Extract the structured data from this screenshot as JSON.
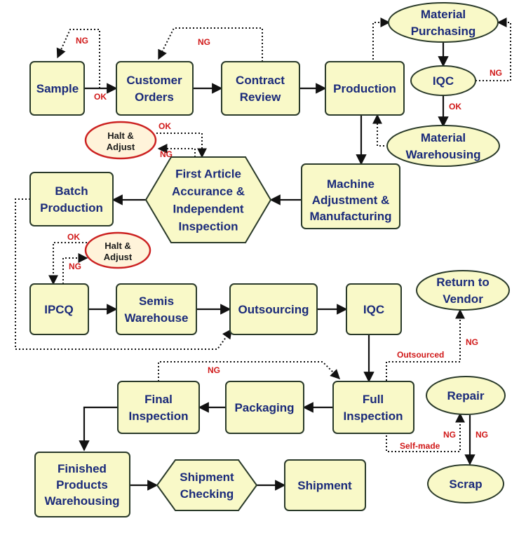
{
  "nodes": {
    "sample": [
      "Sample"
    ],
    "customer_orders": [
      "Customer",
      "Orders"
    ],
    "contract_review": [
      "Contract",
      "Review"
    ],
    "production": [
      "Production"
    ],
    "material_purchasing": [
      "Material",
      "Purchasing"
    ],
    "iqc_top": [
      "IQC"
    ],
    "material_warehousing": [
      "Material",
      "Warehousing"
    ],
    "halt_adjust_1": [
      "Halt &",
      "Adjust"
    ],
    "first_article": [
      "First Article",
      "Accurance &",
      "Independent",
      "Inspection"
    ],
    "machine_adjustment": [
      "Machine",
      "Adjustment &",
      "Manufacturing"
    ],
    "batch_production": [
      "Batch",
      "Production"
    ],
    "halt_adjust_2": [
      "Halt &",
      "Adjust"
    ],
    "ipcq": [
      "IPCQ"
    ],
    "semis_warehouse": [
      "Semis",
      "Warehouse"
    ],
    "outsourcing": [
      "Outsourcing"
    ],
    "iqc_mid": [
      "IQC"
    ],
    "return_to_vendor": [
      "Return to",
      "Vendor"
    ],
    "full_inspection": [
      "Full",
      "Inspection"
    ],
    "packaging": [
      "Packaging"
    ],
    "final_inspection": [
      "Final",
      "Inspection"
    ],
    "repair": [
      "Repair"
    ],
    "scrap": [
      "Scrap"
    ],
    "finished_products": [
      "Finished",
      "Products",
      "Warehousing"
    ],
    "shipment_checking": [
      "Shipment",
      "Checking"
    ],
    "shipment": [
      "Shipment"
    ]
  },
  "tags": {
    "sample_ng": "NG",
    "sample_ok": "OK",
    "contract_ng": "NG",
    "iqc_top_ng": "NG",
    "iqc_top_ok": "OK",
    "first_article_ok": "OK",
    "first_article_ng": "NG",
    "ipcq_ok": "OK",
    "ipcq_ng": "NG",
    "return_ng": "NG",
    "outsourced": "Outsourced",
    "full_ng": "NG",
    "self_made": "Self-made",
    "repair_ng_left": "NG",
    "repair_ng_right": "NG"
  }
}
